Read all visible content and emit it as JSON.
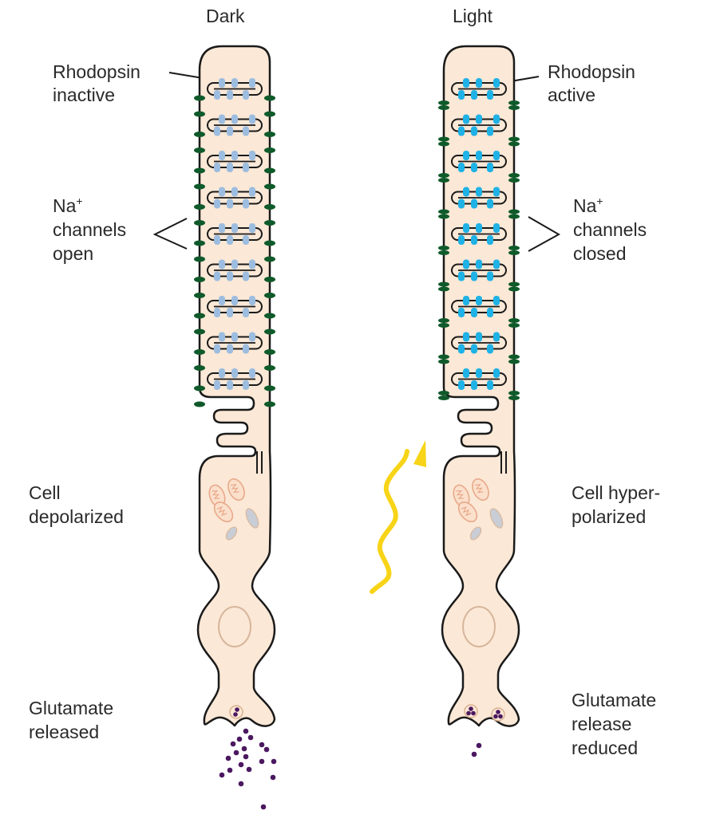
{
  "panels": {
    "dark": {
      "title": "Dark",
      "rhodopsin": [
        "Rhodopsin",
        "inactive"
      ],
      "channels": [
        "Na",
        "+",
        "channels",
        "open"
      ],
      "cell_state": [
        "Cell",
        "depolarized"
      ],
      "glutamate": [
        "Glutamate",
        "released"
      ],
      "rhodopsin_state": "inactive",
      "channel_state": "open"
    },
    "light": {
      "title": "Light",
      "rhodopsin": [
        "Rhodopsin",
        "active"
      ],
      "channels": [
        "Na",
        "+",
        "channels",
        "closed"
      ],
      "cell_state": [
        "Cell hyper-",
        "polarized"
      ],
      "glutamate": [
        "Glutamate",
        "release",
        "reduced"
      ],
      "rhodopsin_state": "active",
      "channel_state": "closed"
    }
  },
  "disc_count": 9,
  "colors": {
    "cell_fill": "#fbe8d6",
    "outline": "#1a1a1a",
    "rhodopsin_inactive": "#9dbde0",
    "rhodopsin_active": "#1fb2e6",
    "channel": "#0f5a2a",
    "mitochondria": "#e8a98a",
    "vesicle_dots": "#4b1860",
    "vesicle_ring": "#d9b08f",
    "nucleus": "#d6b59b",
    "light_arrow": "#f7d417",
    "organelle_gray": "#c9cdd6"
  }
}
